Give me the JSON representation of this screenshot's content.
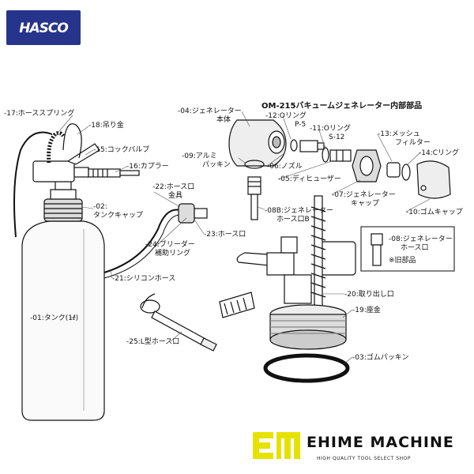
{
  "logo": {
    "text": "HASCO",
    "color": "#27348b"
  },
  "title": "OM-215バキュームジェネレーター内部部品",
  "labels": {
    "l17": "-17:ホーススプリング",
    "l18": "-18:吊り金",
    "l15": "-15:コックバルブ",
    "l16": "-16:カプラー",
    "l22a": "-22:ホース口",
    "l22b": "金具",
    "l02a": "-02:",
    "l02b": "タンクキャップ",
    "l23": "-23:ホース口",
    "l24a": "-24:ブリーダー",
    "l24b": "補助リング",
    "l21": "-21:シリコンホース",
    "l01": "-01:タンク(1ℓ)",
    "l25": "-25:L型ホース口",
    "l04a": "-04:ジェネレーター",
    "l04b": "本体",
    "l12a": "-12:Oリング",
    "l12b": "P-5",
    "l11a": "-11:Oリング",
    "l11b": "S-12",
    "l13a": "-13:メッシュ",
    "l13b": "フィルター",
    "l14": "-14:Cリング",
    "l09a": "-09:アルミ",
    "l09b": "パッキン",
    "l06": "-06:ノズル",
    "l05": "-05:ディヒューザー",
    "l07a": "-07:ジェネレーター",
    "l07b": "キャップ",
    "l10": "-10:ゴムキャップ",
    "l08Ba": "-08B:ジェネレーター",
    "l08Bb": "ホース口B",
    "l08a": "-08:ジェネレーター",
    "l08b": "ホース口",
    "l08note": "※旧部品",
    "l20": "-20:取り出し口",
    "l19": "-19:座金",
    "l03": "-03:ゴムパッキン"
  },
  "brand": {
    "name": "EHIME MACHINE",
    "tagline": "HIGH QUALITY TOOL SELECT SHOP",
    "accent": "#e6e200"
  }
}
